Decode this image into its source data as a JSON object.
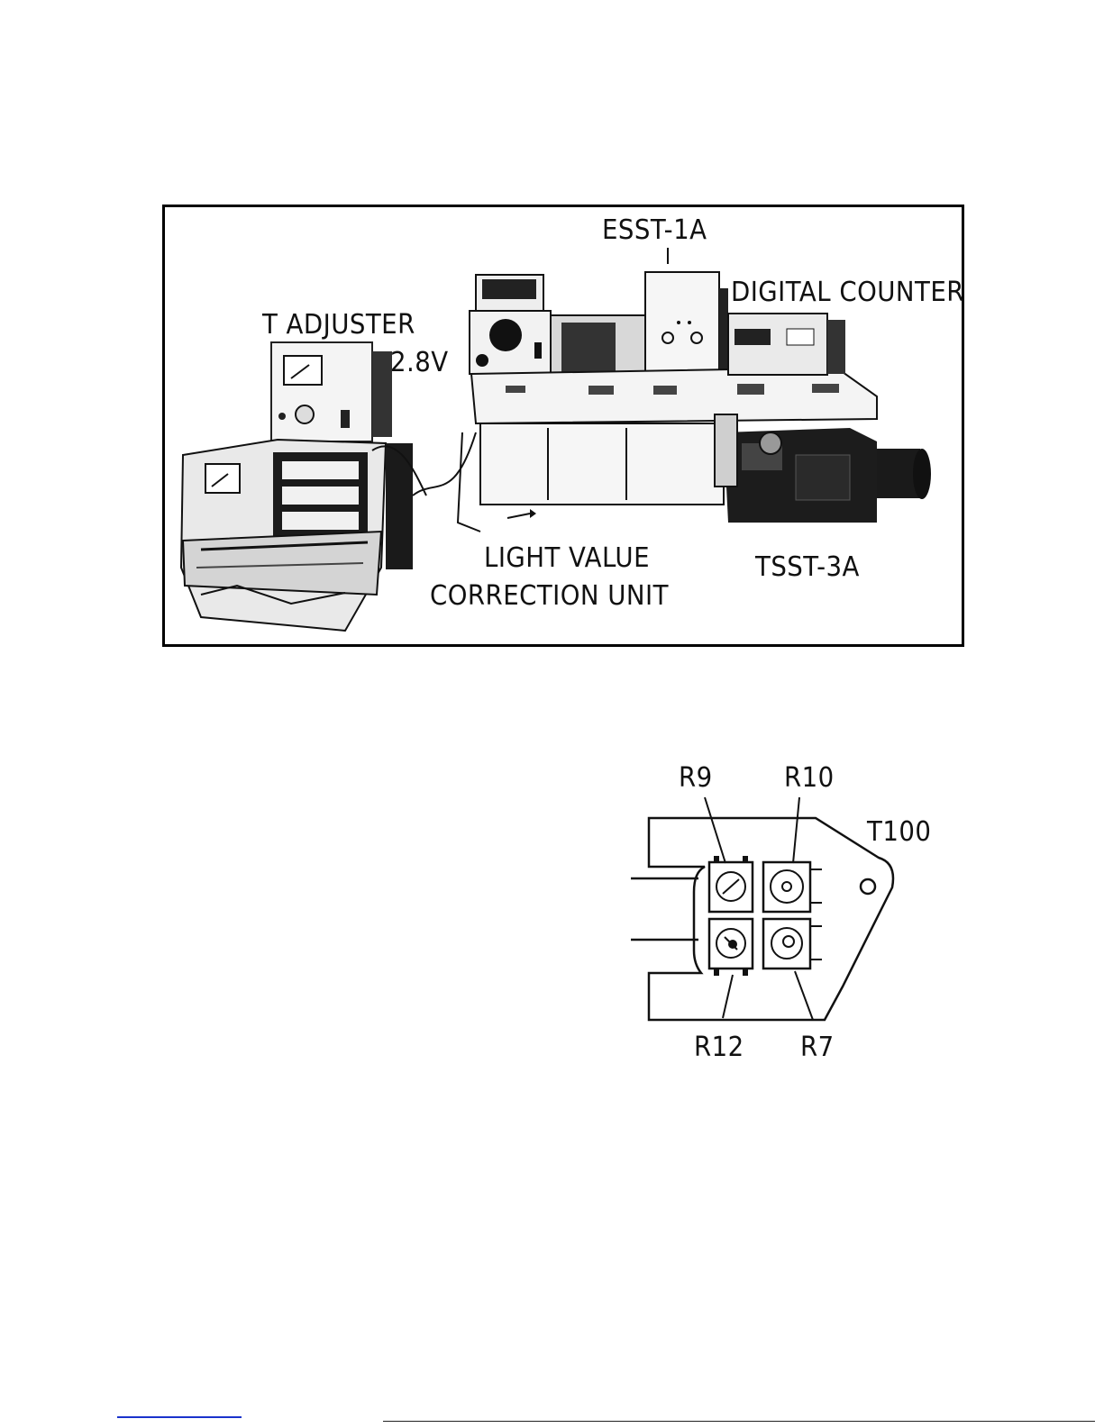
{
  "photo": {
    "labels": {
      "esst": "ESST-1A",
      "digital_counter": "DIGITAL COUNTER",
      "t_adjuster": "T ADJUSTER",
      "voltage": "2.8V",
      "light_value_line1": "LIGHT VALUE",
      "light_value_line2": "CORRECTION UNIT",
      "tsst": "TSST-3A"
    }
  },
  "pcb_diagram": {
    "labels": {
      "r9": "R9",
      "r10": "R10",
      "t100": "T100",
      "r12": "R12",
      "r7": "R7"
    }
  }
}
